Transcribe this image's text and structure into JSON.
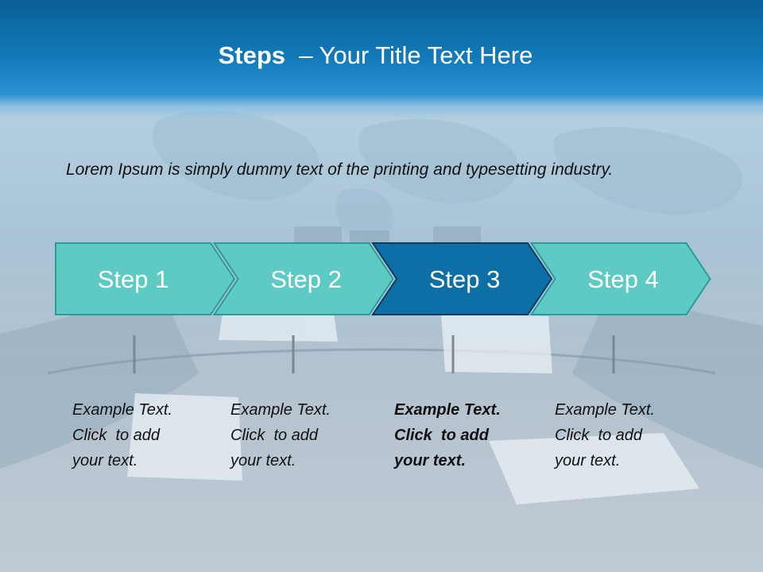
{
  "slide": {
    "title_bold": "Steps",
    "title_rest": "  – Your Title Text Here",
    "intro": "Lorem Ipsum is simply dummy text of the printing and typesetting industry."
  },
  "steps": [
    {
      "label": "Step 1",
      "text": [
        "Example Text.",
        "Click  to add",
        "your text."
      ],
      "active": false
    },
    {
      "label": "Step 2",
      "text": [
        "Example Text.",
        "Click  to add",
        "your text."
      ],
      "active": false
    },
    {
      "label": "Step 3",
      "text": [
        "Example Text.",
        "Click  to add",
        "your text."
      ],
      "active": true
    },
    {
      "label": "Step 4",
      "text": [
        "Example Text.",
        "Click  to add",
        "your text."
      ],
      "active": false
    }
  ],
  "colors": {
    "title_bar": "#1279b8",
    "step_fill": "#5ecac4",
    "step_fill_active": "#0e6ea6",
    "step_border": "#2a9c97",
    "step_border_active": "#063e63"
  }
}
